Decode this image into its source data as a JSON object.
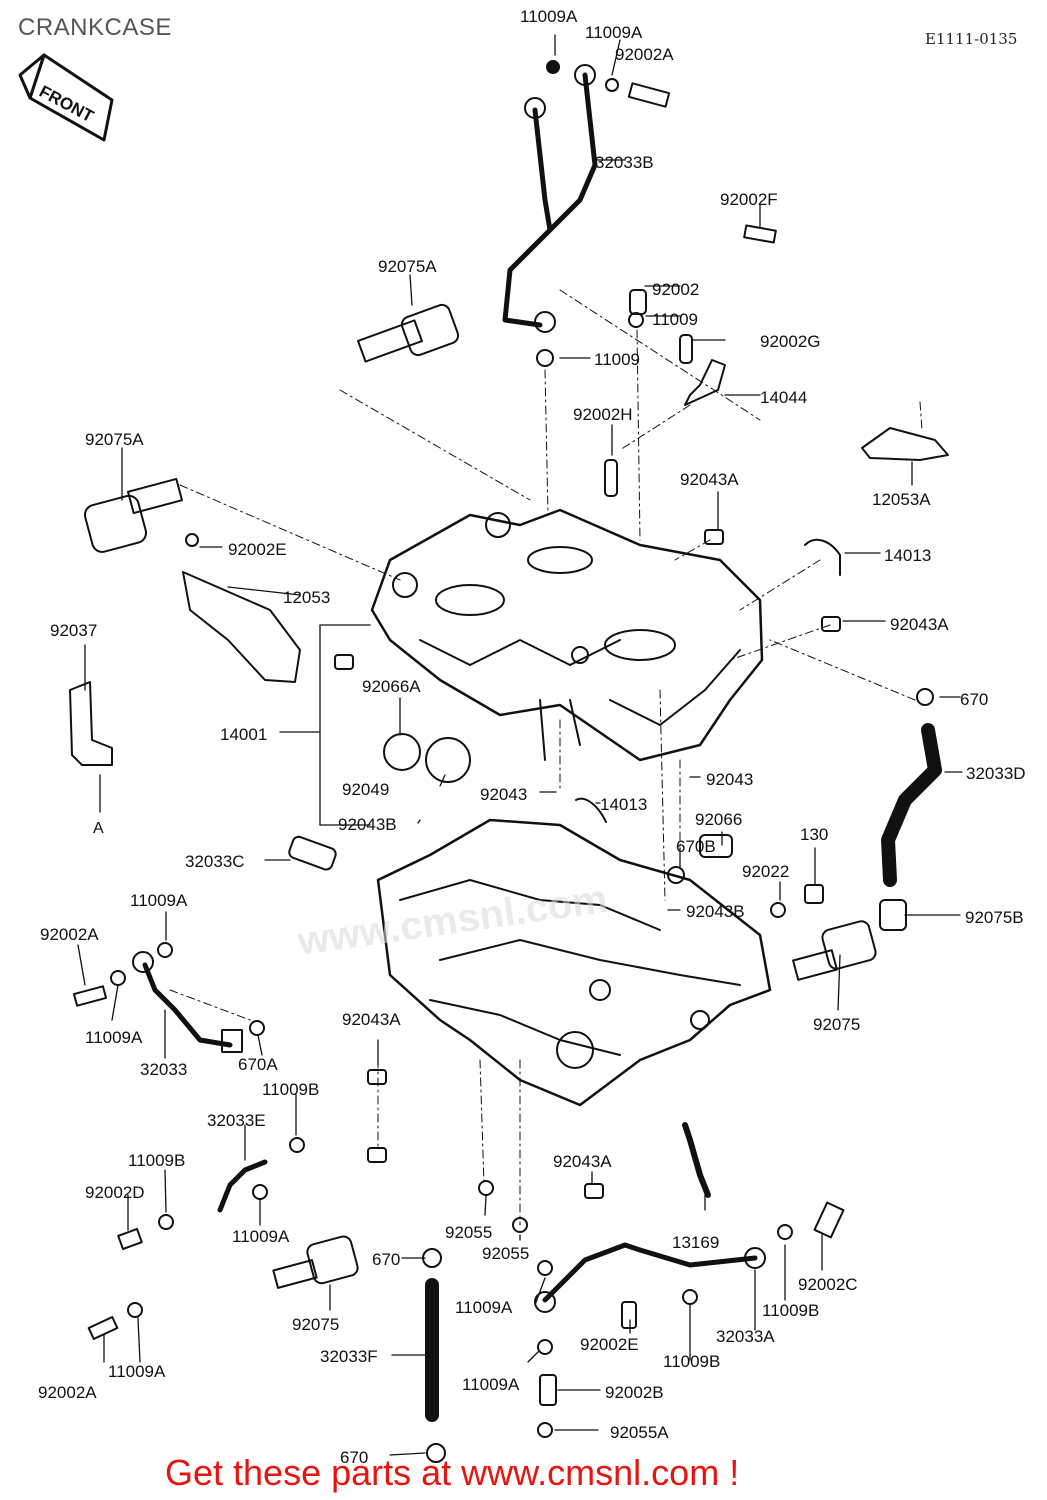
{
  "title": "CRANKCASE",
  "diagram_code": "E1111-0135",
  "front_marker": "FRONT",
  "section_marker": "A",
  "footer": "Get these parts at www.cmsnl.com !",
  "watermark": "www.cmsnl.com",
  "colors": {
    "line": "#111111",
    "footer": "#e8140f",
    "title": "#555555"
  },
  "callouts": [
    "11009A",
    "11009A",
    "92002A",
    "32033B",
    "92002F",
    "92075A",
    "92002",
    "11009",
    "92002G",
    "11009",
    "14044",
    "92002H",
    "12053A",
    "92075A",
    "92043A",
    "92002E",
    "14013",
    "12053",
    "92043A",
    "92037",
    "670",
    "92066A",
    "14001",
    "32033D",
    "92049",
    "92043",
    "92043",
    "14013",
    "92043B",
    "92066",
    "670B",
    "130",
    "32033C",
    "92022",
    "92043B",
    "92075B",
    "11009A",
    "92002A",
    "11009A",
    "32033",
    "670A",
    "92075",
    "92043A",
    "11009B",
    "32033E",
    "11009B",
    "92043A",
    "92002D",
    "11009A",
    "92055",
    "92055",
    "13169",
    "670",
    "92075",
    "11009A",
    "92002C",
    "11009B",
    "92002E",
    "32033A",
    "11009B",
    "32033F",
    "11009A",
    "92002B",
    "92002A",
    "11009A",
    "92055A",
    "670"
  ]
}
